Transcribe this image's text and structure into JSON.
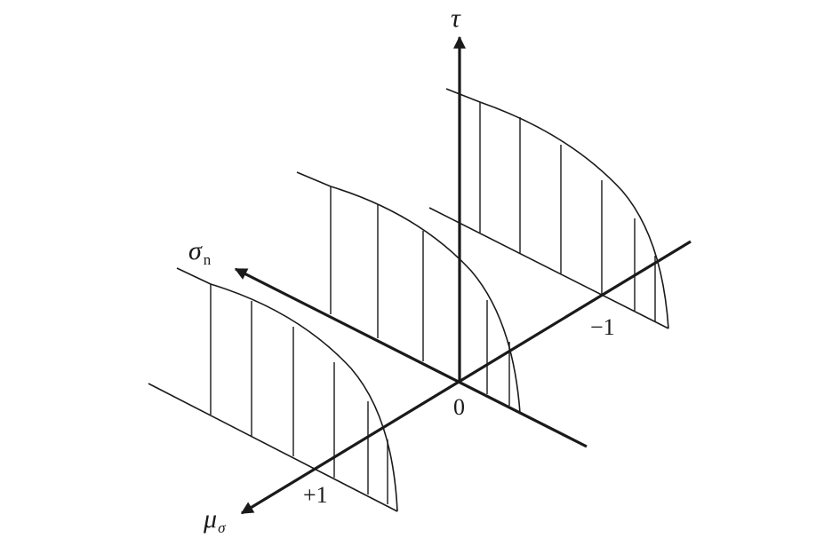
{
  "labels": {
    "tau": "τ",
    "sigma": "σ",
    "sigma_sub": "n",
    "mu": "μ",
    "mu_sub": "σ",
    "zero": "0",
    "minus_one": "−1",
    "plus_one": "+1"
  },
  "colors": {
    "ink": "#1a1a1a",
    "background": "#ffffff"
  }
}
